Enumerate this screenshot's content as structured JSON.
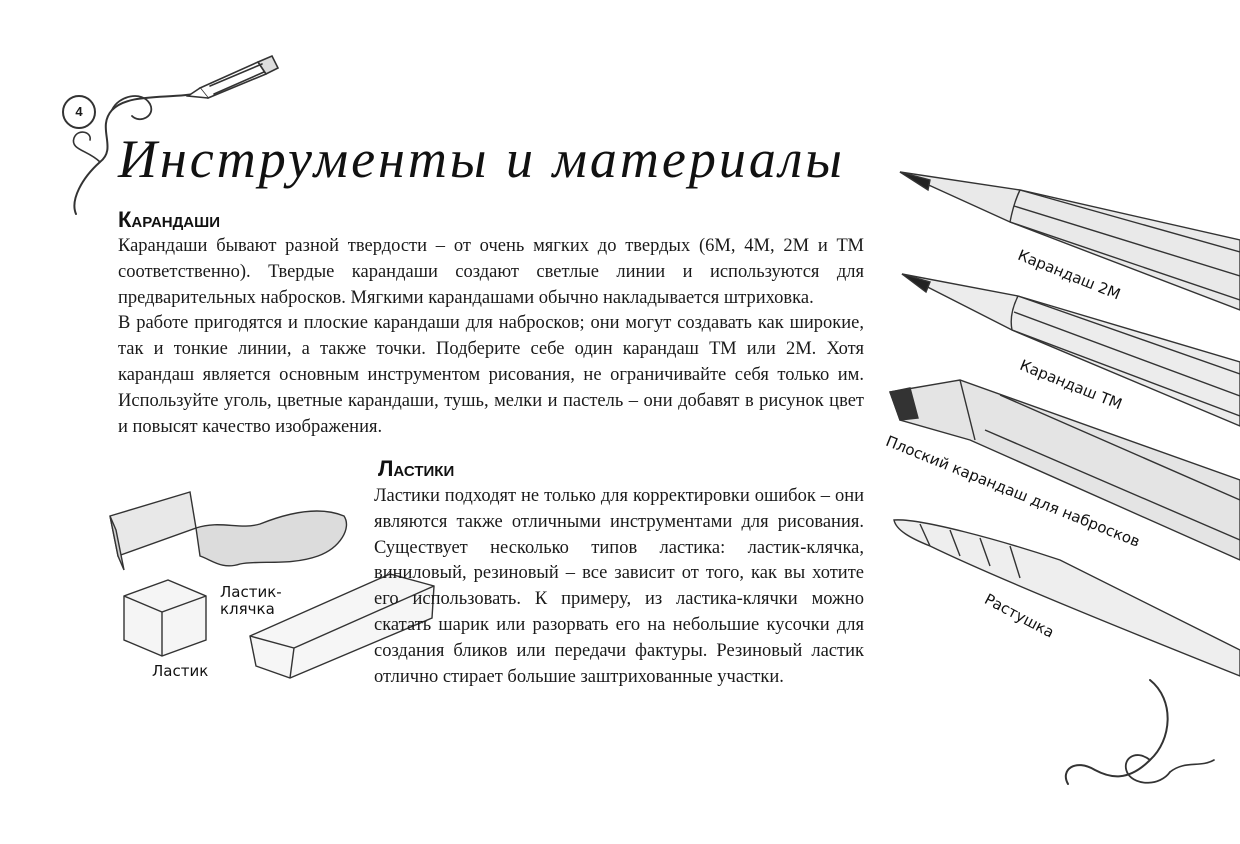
{
  "page_number": "4",
  "title": "Инструменты и материалы",
  "pencils_section": {
    "heading": "Карандаши",
    "paragraphs": [
      "Карандаши бывают разной твердости – от очень мягких до твердых (6M, 4M, 2M и ТМ соответственно). Твердые карандаши создают светлые линии и используются для предварительных набросков. Мягкими карандашами обычно накладывается штриховка.",
      "В работе пригодятся и плоские карандаши для набросков; они могут создавать как широкие, так и тонкие линии, а также точки. Подберите себе один карандаш ТМ или 2M. Хотя карандаш является основным инструментом рисования, не ограничивайте себя только им. Используйте уголь, цветные карандаши, тушь, мелки и пастель – они добавят в рисунок цвет и повысят качество изображения."
    ]
  },
  "erasers_section": {
    "heading": "Ластики",
    "paragraph": "Ластики подходят не только для корректировки ошибок – они являются также отличными инструментами для рисования. Существует несколько типов ластика: ластик-клячка, виниловый, резиновый – все зависит от того, как вы хотите его использовать. К примеру, из ластика-клячки можно скатать шарик или разорвать его на небольшие кусочки для создания бликов или передачи фактуры. Резиновый ластик отлично стирает большие заштрихованные участки."
  },
  "illustration_labels": {
    "pencil_2m": "Карандаш 2М",
    "pencil_tm": "Карандаш ТМ",
    "flat_pencil": "Плоский карандаш для набросков",
    "stump": "Растушка",
    "kneaded_eraser": "Ластик-клячка",
    "eraser": "Ластик"
  }
}
